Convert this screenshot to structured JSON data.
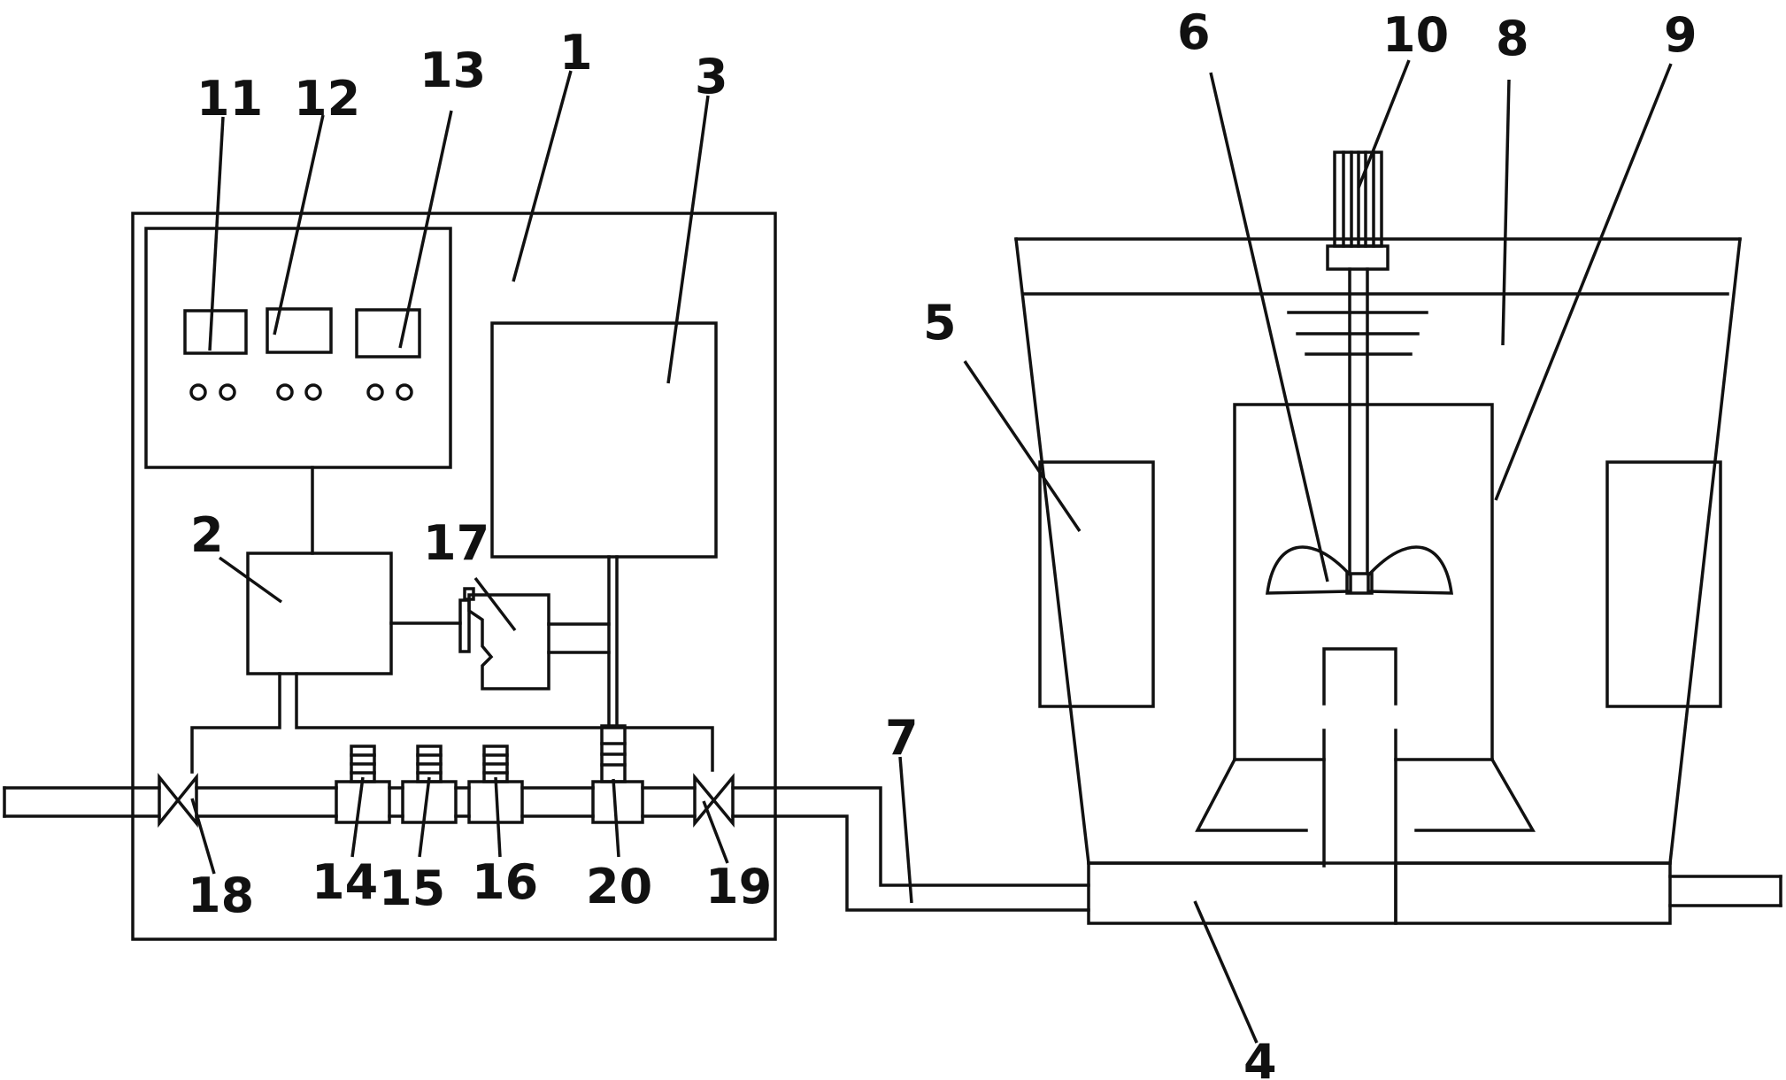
{
  "labels": {
    "l1": "1",
    "l2": "2",
    "l3": "3",
    "l4": "4",
    "l5": "5",
    "l6": "6",
    "l7": "7",
    "l8": "8",
    "l9": "9",
    "l10": "10",
    "l11": "11",
    "l12": "12",
    "l13": "13",
    "l14": "14",
    "l15": "15",
    "l16": "16",
    "l17": "17",
    "l18": "18",
    "l19": "19",
    "l20": "20"
  },
  "colors": {
    "line": "#111111",
    "background": "#ffffff"
  }
}
